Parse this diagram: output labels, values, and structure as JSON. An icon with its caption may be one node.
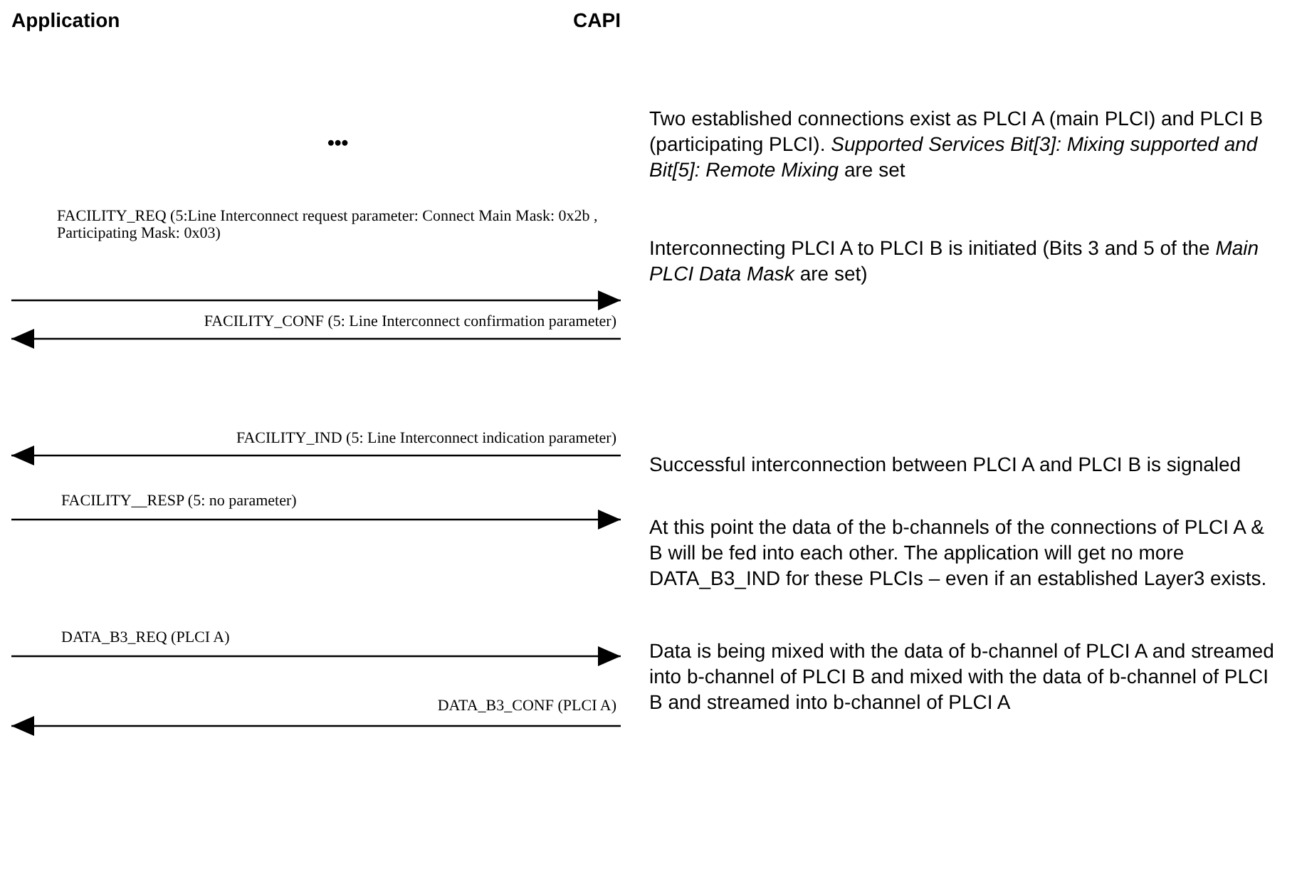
{
  "diagram": {
    "labels": [
      "Application",
      "CAPI",
      "Two established connections exist as PLCI A (main PLCI) and PLCI B (participating PLCI). *Supported Services Bit[3]: Mixing supported and Bit[5]: Remote Mixing* are set",
      "•••",
      "FACILITY_REQ (5:Line Interconnect request parameter: Connect Main Mask: 0x2b , Participating Mask: 0x03)",
      "Interconnecting PLCI A to PLCI B is initiated (Bits 3 and 5 of the *Main PLCI Data Mask* are set)",
      "FACILITY_CONF (5: Line Interconnect confirmation parameter)",
      "FACILITY_IND (5: Line Interconnect indication parameter)",
      "Successful interconnection between PLCI A and PLCI B is signaled",
      "FACILITY__RESP (5: no parameter)",
      "At this point the data of the b-channels of the connections of PLCI A & B will be fed into each other.  The application will get no more DATA_B3_IND for these PLCIs – even if an established Layer3 exists.",
      "DATA_B3_REQ (PLCI A)",
      "Data is being mixed with the data of b-channel of PLCI A and streamed into b-channel of PLCI B and mixed with the data of b-channel of PLCI B and streamed into b-channel of PLCI A",
      "DATA_B3_CONF (PLCI A)"
    ]
  }
}
